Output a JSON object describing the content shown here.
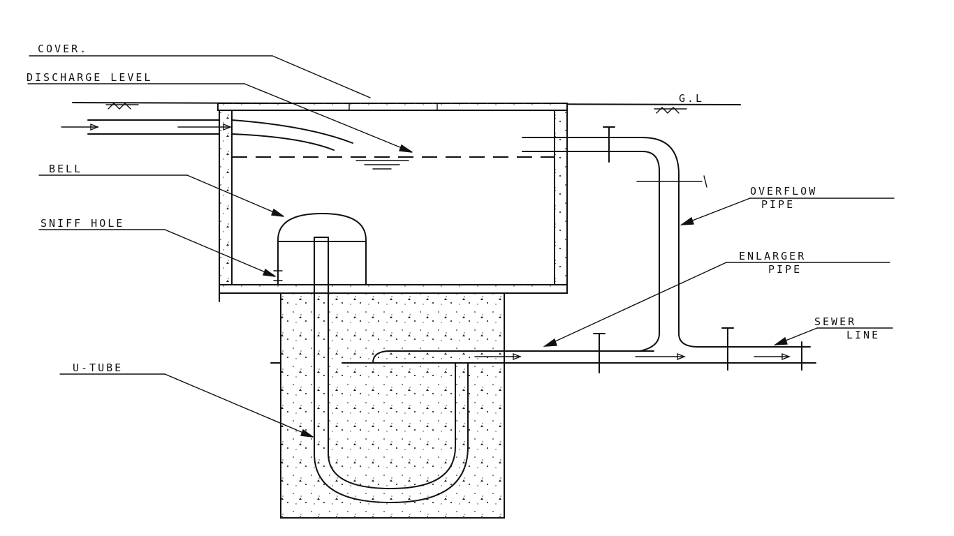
{
  "labels": {
    "cover": "COVER.",
    "discharge_level": "DISCHARGE LEVEL",
    "gl": "G.L",
    "bell": "BELL",
    "sniff_hole": "SNIFF HOLE",
    "overflow_1": "OVERFLOW",
    "overflow_2": "PIPE",
    "enlarger_1": "ENLARGER",
    "enlarger_2": "PIPE",
    "sewer_1": "SEWER",
    "sewer_2": "LINE",
    "u_tube": "U-TUBE"
  }
}
